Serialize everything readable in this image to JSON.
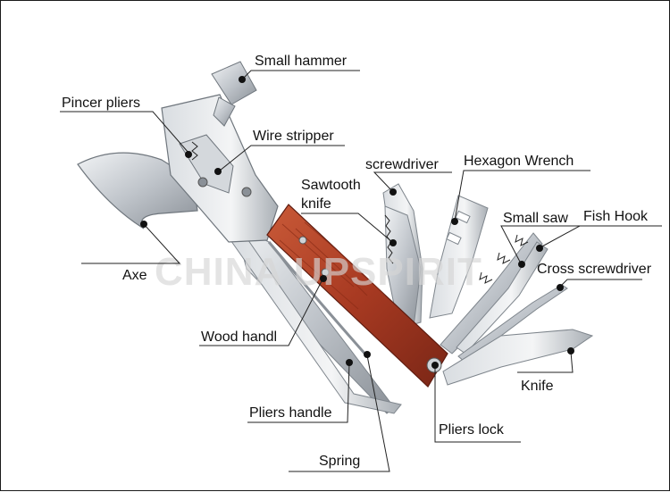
{
  "watermark": "CHINA UPSPIRIT",
  "labels": {
    "small_hammer": "Small hammer",
    "pincer_pliers": "Pincer pliers",
    "wire_stripper": "Wire stripper",
    "screwdriver": "screwdriver",
    "hexagon_wrench": "Hexagon Wrench",
    "sawtooth_knife_line1": "Sawtooth",
    "sawtooth_knife_line2": "knife",
    "small_saw": "Small saw",
    "fish_hook": "Fish Hook",
    "cross_screwdriver": "Cross screwdriver",
    "axe": "Axe",
    "wood_handl": "Wood handl",
    "pliers_handle": "Pliers handle",
    "knife": "Knife",
    "pliers_lock": "Pliers lock",
    "spring": "Spring"
  },
  "colors": {
    "steel_light": "#e6e9ec",
    "steel_mid": "#b9bec4",
    "steel_dark": "#7e858c",
    "wood": "#b4442a",
    "wood_dark": "#7a2616",
    "text": "#111111"
  }
}
